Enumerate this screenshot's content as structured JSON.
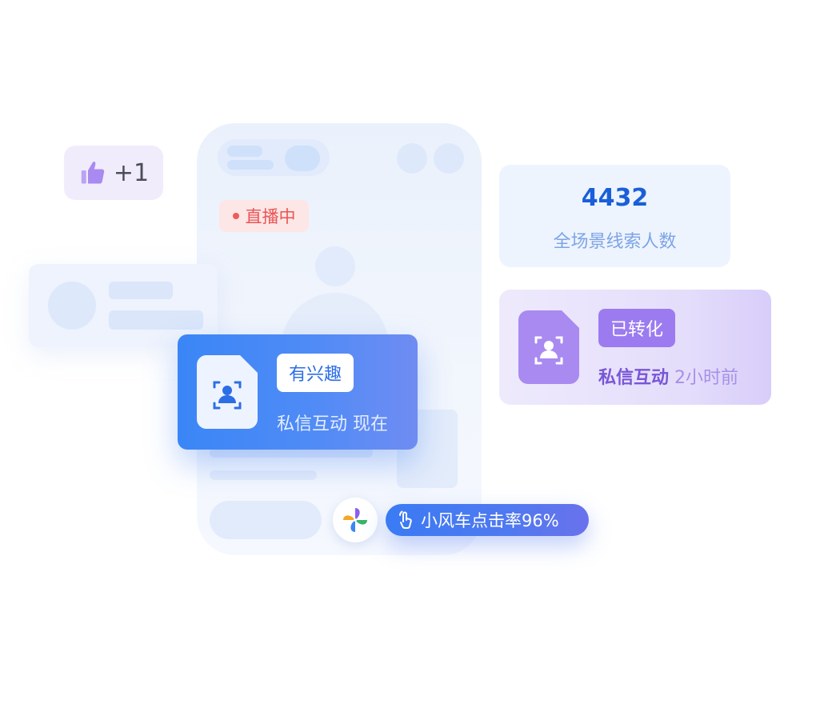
{
  "live_badge": {
    "label": "直播中"
  },
  "like_badge": {
    "label": "+1",
    "icon": "thumbs-up-icon"
  },
  "stat_card": {
    "value": "4432",
    "label": "全场景线索人数"
  },
  "converted_card": {
    "tag": "已转化",
    "action": "私信互动",
    "time": "2小时前",
    "icon": "user-scan-document-icon"
  },
  "interest_card": {
    "tag": "有兴趣",
    "action": "私信互动",
    "time": "现在",
    "icon": "user-scan-document-icon"
  },
  "click_rate": {
    "label": "小风车点击率96%",
    "icon": "tap-gesture-icon",
    "badge_icon": "pinwheel-icon"
  },
  "colors": {
    "primary_blue": "#3a86f6",
    "purple": "#9c7bf0",
    "live_red": "#ea5454"
  }
}
